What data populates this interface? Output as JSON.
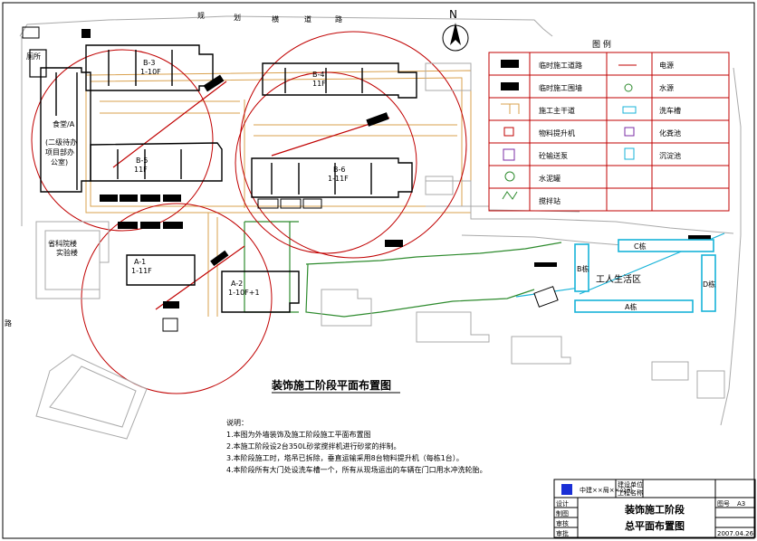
{
  "title": "装饰施工阶段平面布置图",
  "labels": {
    "north": "N",
    "road_name_1": "规",
    "road_name_2": "划",
    "road_name_3": "横",
    "road_name_4": "道",
    "road_name_5": "路",
    "office_1": "食堂/A",
    "office_2": "(二级待办",
    "office_3": "项目部办",
    "office_4": "公室)",
    "toilet": "厕所",
    "b3": "B-3",
    "b3_floors": "1-10F",
    "b4": "B-4",
    "b4_floors": "11F",
    "b5": "B-5",
    "b5_floors": "11F",
    "b6": "B-6",
    "b6_floors": "1-11F",
    "a1": "A-1",
    "a1_floors": "1-11F",
    "a2": "A-2",
    "a2_floors": "1-10F+1",
    "existing_1": "省科院楼",
    "existing_2": "实验楼",
    "worker_area": "工人生活区",
    "block_a": "A栋",
    "block_b": "B栋",
    "block_c": "C栋",
    "block_d": "D栋",
    "road_left": "路"
  },
  "legend": {
    "title": "图 例",
    "items": [
      "临时施工道路",
      "临时施工围墙",
      "施工主干道",
      "物料提升机",
      "砼输送泵",
      "水泥罐",
      "搅拌站",
      "电源",
      "水源",
      "洗车槽",
      "化粪池",
      "沉淀池"
    ]
  },
  "notes": {
    "heading": "说明：",
    "items": [
      "1.本图为外墙装饰及施工阶段施工平面布置图",
      "2.本施工阶段设2台350L砂浆搅拌机进行砂浆的拌制。",
      "3.本阶段施工时，塔吊已拆除，垂直运输采用8台物料提升机（每栋1台）。",
      "4.本阶段所有大门处设洗车槽一个，所有从现场运出的车辆在门口用水冲洗轮胎。"
    ]
  },
  "title_block": {
    "company": "中建××局××公司",
    "design_unit": "建设单位",
    "project_name_label": "工程名称",
    "roles": [
      "设计",
      "制图",
      "审核",
      "审批"
    ],
    "title_line_1": "装饰施工阶段",
    "title_line_2": "总平面布置图",
    "drawing_no_label": "图号",
    "drawing_no": "A3",
    "date": "2007.04.26"
  }
}
